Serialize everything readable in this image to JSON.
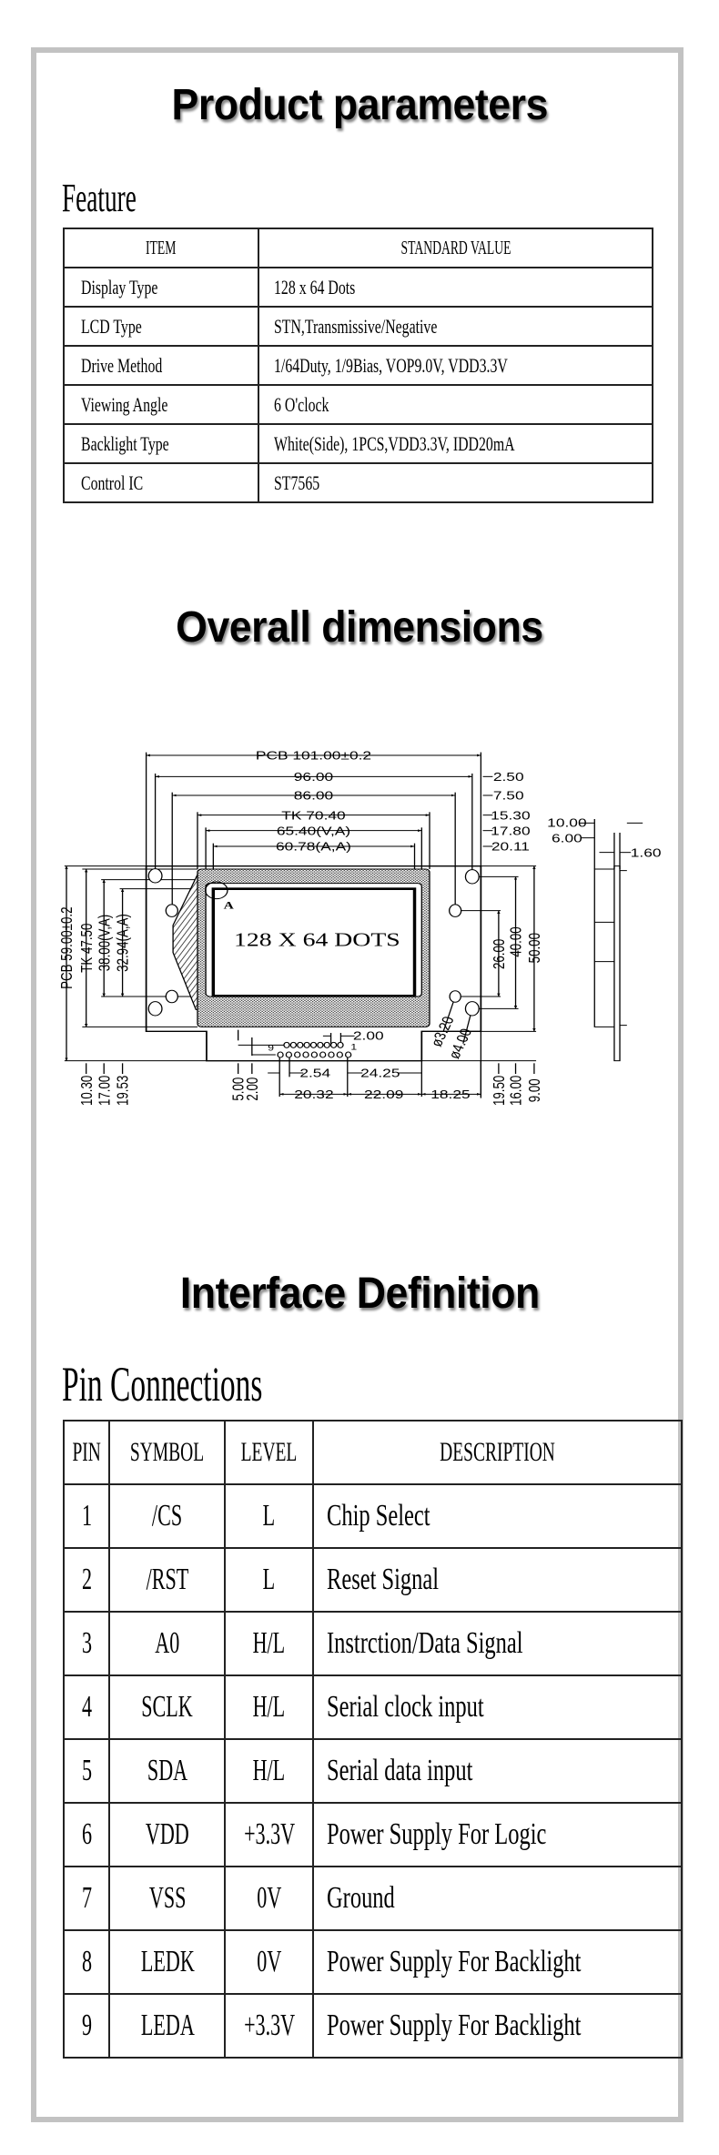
{
  "sections": {
    "product_parameters": "Product parameters",
    "feature": "Feature",
    "overall_dimensions": "Overall dimensions",
    "interface_definition": "Interface Definition",
    "pin_connections": "Pin Connections"
  },
  "feature_table": {
    "headers": [
      "ITEM",
      "STANDARD VALUE"
    ],
    "rows": [
      {
        "item": "Display Type",
        "value": "128 x 64 Dots"
      },
      {
        "item": "LCD Type",
        "value": "STN,Transmissive/Negative"
      },
      {
        "item": "Drive Method",
        "value": "1/64Duty, 1/9Bias, VOP9.0V, VDD3.3V"
      },
      {
        "item": "Viewing Angle",
        "value": "6 O'clock"
      },
      {
        "item": "Backlight Type",
        "value": "White(Side), 1PCS,VDD3.3V, IDD20mA"
      },
      {
        "item": "Control IC",
        "value": "ST7565"
      }
    ]
  },
  "drawing": {
    "display_text": "128 X 64 DOTS",
    "detail_label": "A",
    "pcb_width": "PCB 101.00±0.2",
    "w96": "96.00",
    "w86": "86.00",
    "tk_width": "TK 70.40",
    "va_width": "65.40(V,A)",
    "aa_width": "60.78(A,A)",
    "r250": "2.50",
    "r750": "7.50",
    "r1530": "15.30",
    "r1780": "17.80",
    "r2011": "20.11",
    "pcb_height": "PCB 59.00±0.2",
    "tk_height": "TK 47.50",
    "va_height": "38.00(V,A)",
    "aa_height": "32.94(A,A)",
    "h26": "26.00",
    "h40": "40.00",
    "h50": "50.00",
    "pin_pitch_gap": "2.00",
    "pin9": "9",
    "pin1": "1",
    "pitch": "2.54",
    "d2425": "24.25",
    "d2032": "20.32",
    "d2209": "22.09",
    "d1825": "18.25",
    "b1030": "10.30",
    "b1700": "17.00",
    "b1953": "19.53",
    "b500": "5.00",
    "b200": "2.00",
    "b1950": "19.50",
    "b1600": "16.00",
    "b900": "9.00",
    "hole_small": "ø3.20",
    "hole_large": "ø4.00",
    "side_10": "10.00",
    "side_6": "6.00",
    "side_16": "1.60"
  },
  "pin_table": {
    "headers": [
      "PIN",
      "SYMBOL",
      "LEVEL",
      "DESCRIPTION"
    ],
    "rows": [
      {
        "pin": "1",
        "symbol": "/CS",
        "level": "L",
        "description": "Chip Select"
      },
      {
        "pin": "2",
        "symbol": "/RST",
        "level": "L",
        "description": "Reset Signal"
      },
      {
        "pin": "3",
        "symbol": "A0",
        "level": "H/L",
        "description": "Instrction/Data Signal"
      },
      {
        "pin": "4",
        "symbol": "SCLK",
        "level": "H/L",
        "description": "Serial clock input"
      },
      {
        "pin": "5",
        "symbol": "SDA",
        "level": "H/L",
        "description": "Serial data input"
      },
      {
        "pin": "6",
        "symbol": "VDD",
        "level": "+3.3V",
        "description": "Power Supply For Logic"
      },
      {
        "pin": "7",
        "symbol": "VSS",
        "level": "0V",
        "description": "Ground"
      },
      {
        "pin": "8",
        "symbol": "LEDK",
        "level": "0V",
        "description": "Power Supply For Backlight"
      },
      {
        "pin": "9",
        "symbol": "LEDA",
        "level": "+3.3V",
        "description": "Power Supply For Backlight"
      }
    ]
  }
}
